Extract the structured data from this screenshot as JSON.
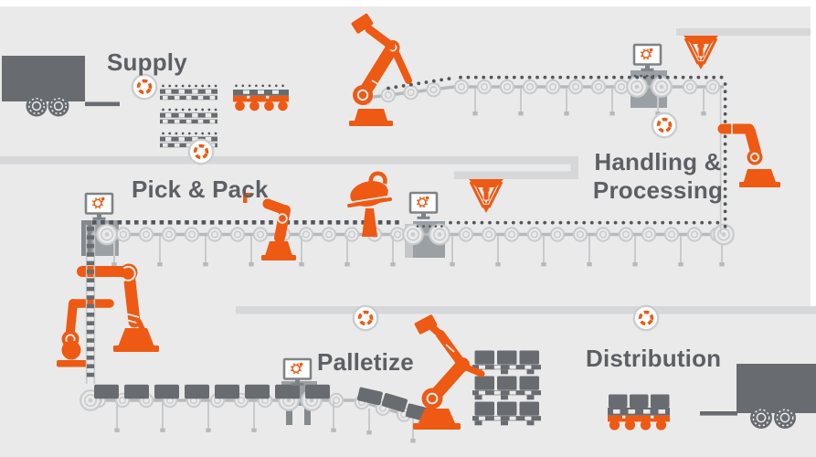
{
  "stages": {
    "supply": {
      "label": "Supply"
    },
    "pick_and_pack": {
      "label": "Pick & Pack"
    },
    "handling_processing": {
      "line1": "Handling &",
      "line2": "Processing"
    },
    "palletize": {
      "label": "Palletize"
    },
    "distribution": {
      "label": "Distribution"
    }
  },
  "icons": [
    {
      "name": "sync-icon",
      "glyph": "◌",
      "description": "orange dashed ring in white circle"
    },
    {
      "name": "gear-icon",
      "glyph": "⚙",
      "description": "orange gear shown on machine monitors"
    }
  ],
  "colors": {
    "accent": "#ee5a13",
    "dark_gray": "#686c70",
    "dot_dark": "#53575b",
    "machine_gray": "#9aa0a4",
    "machine_gray_dark": "#84898d",
    "machine_gray_light": "#c4c7c9",
    "monitor_stroke": "#7e8387",
    "conveyor_gray": "#b7b9bb",
    "roller_gray": "#c8cacc",
    "rail_gray": "#d6d7d9",
    "background": "#eaeaeb",
    "label_text": "#5c6064",
    "white": "#ffffff"
  }
}
